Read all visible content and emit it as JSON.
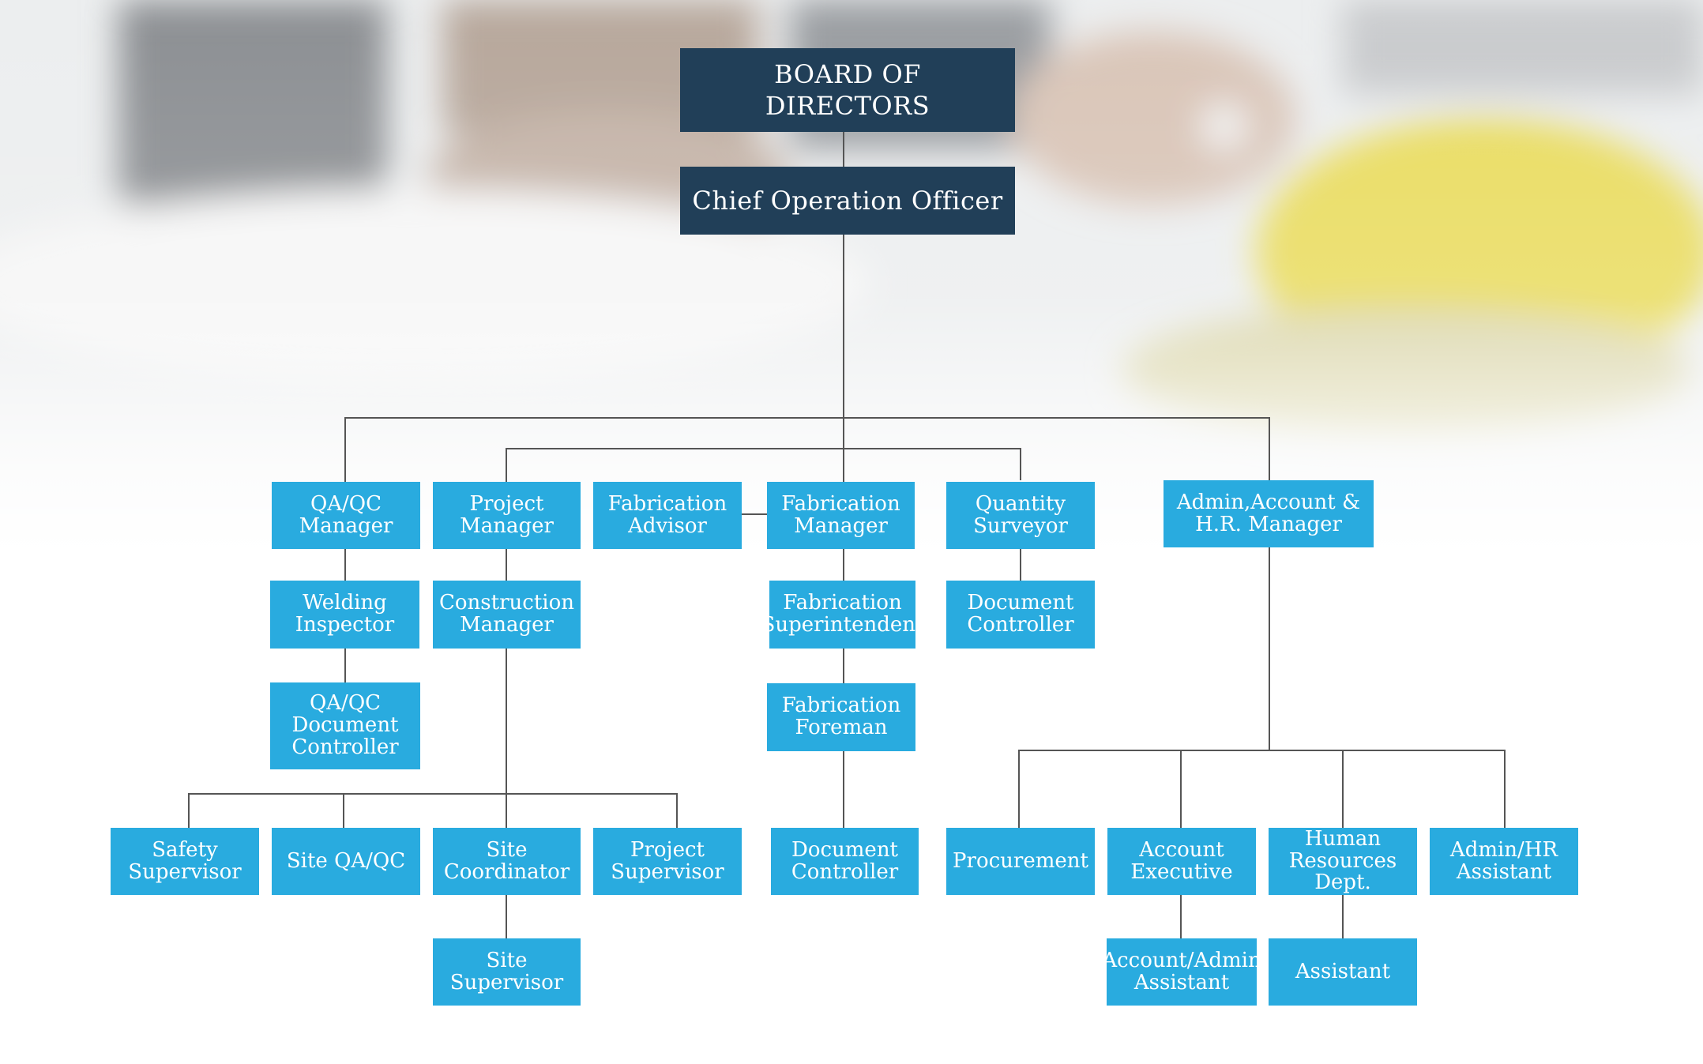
{
  "title_nodes": {
    "board": "BOARD OF\nDIRECTORS",
    "coo": "Chief Operation Officer"
  },
  "managers": {
    "qaqc_manager": "QA/QC\nManager",
    "project_manager": "Project\nManager",
    "fabrication_advisor": "Fabrication\nAdvisor",
    "fabrication_manager": "Fabrication\nManager",
    "quantity_surveyor": "Quantity\nSurveyor",
    "admin_manager": "Admin,Account &\nH.R. Manager"
  },
  "qaqc": {
    "welding_inspector": "Welding\nInspector",
    "document_controller": "QA/QC\nDocument\nController"
  },
  "project": {
    "construction_manager": "Construction\nManager",
    "safety_supervisor": "Safety\nSupervisor",
    "site_qaqc": "Site QA/QC",
    "site_coordinator": "Site\nCoordinator",
    "project_supervisor": "Project\nSupervisor",
    "site_supervisor": "Site\nSupervisor"
  },
  "fabrication": {
    "superintendent": "Fabrication\nSuperintendent",
    "foreman": "Fabrication\nForeman",
    "document_controller": "Document\nController"
  },
  "surveying": {
    "document_controller": "Document\nController"
  },
  "admin": {
    "procurement": "Procurement",
    "account_executive": "Account\nExecutive",
    "hr_dept": "Human\nResources Dept.",
    "hr_assistant": "Admin/HR\nAssistant",
    "account_admin_assistant": "Account/Admin\nAssistant",
    "assistant": "Assistant"
  },
  "colors": {
    "top_box": "#213f58",
    "node_box": "#29abdf",
    "connector": "#555555",
    "text": "#ffffff"
  }
}
